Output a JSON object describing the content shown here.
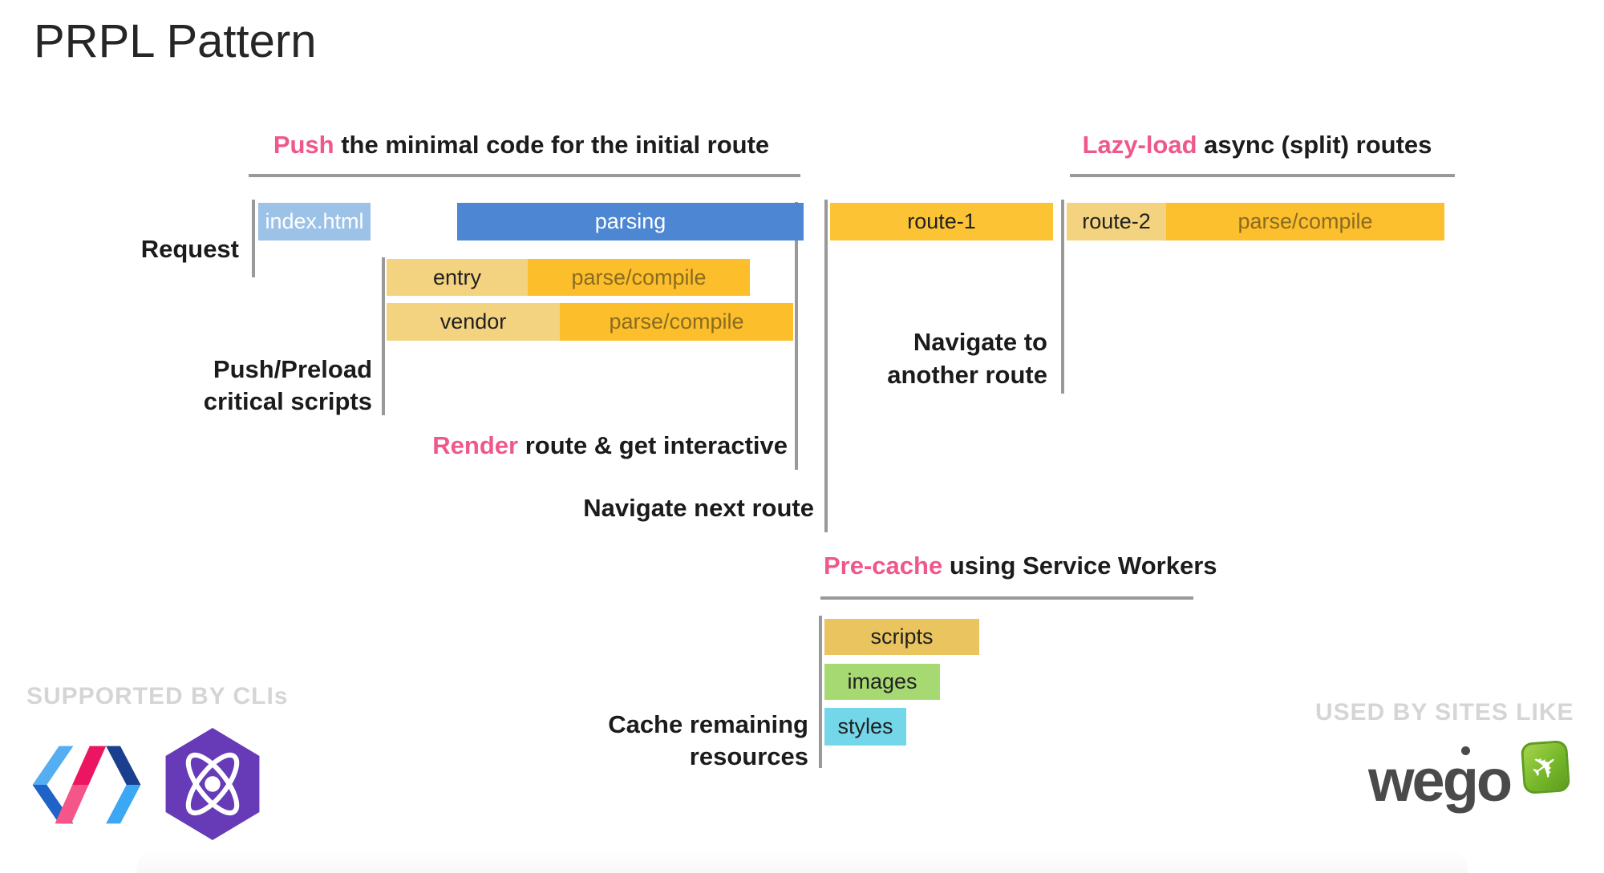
{
  "slide": {
    "title": "PRPL Pattern"
  },
  "colors": {
    "accent_pink": "#F0578C",
    "line_gray": "#999999",
    "bar_blue_light": "#9CC2E7",
    "bar_blue": "#4D86D3",
    "bar_yellow_light": "#F3D37F",
    "bar_orange": "#FCBE2B",
    "bar_orange_route1": "#FCC335",
    "bar_mustard": "#EAC45F",
    "bar_green": "#A6D971",
    "bar_cyan": "#73D6E9",
    "caption_gray": "#D5D5D5",
    "text_dark": "#212121",
    "parse_compile_text": "#8A6C20",
    "preact_purple": "#673AB8",
    "wego_green": "#76B82A",
    "wego_gray": "#4A4A4A"
  },
  "headers": {
    "push": {
      "highlight": "Push",
      "rest": " the minimal code for the initial route"
    },
    "lazy": {
      "highlight": "Lazy-load",
      "rest": " async (split) routes"
    },
    "precache": {
      "highlight": "Pre-cache",
      "rest": " using Service Workers"
    }
  },
  "labels": {
    "request": "Request",
    "push_preload": {
      "line1": "Push/Preload",
      "line2": "critical scripts"
    },
    "render": {
      "highlight": "Render",
      "rest": " route & get interactive"
    },
    "navigate_next": "Navigate next route",
    "navigate_another": {
      "line1": "Navigate to",
      "line2": "another route"
    },
    "cache_remaining": {
      "line1": "Cache remaining",
      "line2": "resources"
    }
  },
  "bars": {
    "index_html": "index.html",
    "parsing": "parsing",
    "entry": "entry",
    "vendor": "vendor",
    "parse_compile": "parse/compile",
    "route1": "route-1",
    "route2": "route-2",
    "scripts": "scripts",
    "images": "images",
    "styles": "styles"
  },
  "footer": {
    "left_caption": "SUPPORTED BY CLIs",
    "right_caption": "USED BY SITES LIKE",
    "wego": "wego",
    "logo_names": [
      "polymer-logo",
      "preact-logo",
      "wego-logo"
    ]
  }
}
